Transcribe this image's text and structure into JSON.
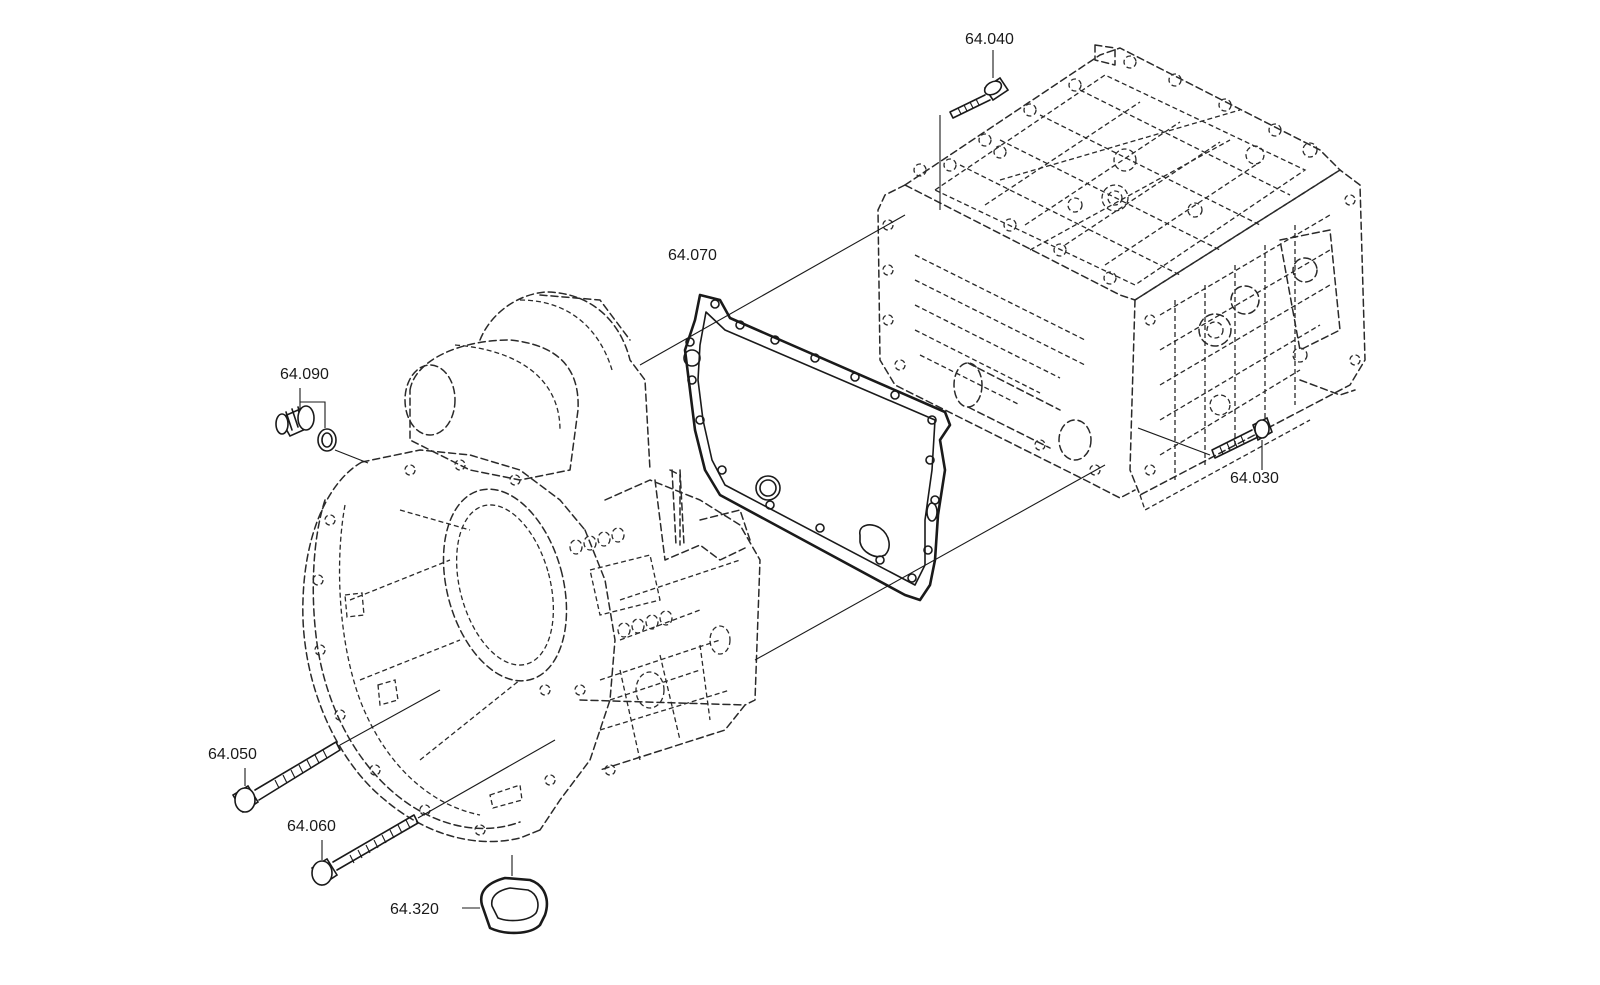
{
  "diagram": {
    "callouts": {
      "p64040": "64.040",
      "p64070": "64.070",
      "p64090": "64.090",
      "p64030": "64.030",
      "p64050": "64.050",
      "p64060": "64.060",
      "p64320": "64.320"
    },
    "parts": [
      "transmission-housing",
      "clutch-bell-housing",
      "housing-gasket",
      "screw-plug-with-seal-ring",
      "hex-bolt-top",
      "hex-bolt-right",
      "long-hex-bolt-upper",
      "long-hex-bolt-lower",
      "square-seal"
    ],
    "line_color": "#1a1a1a",
    "background": "#ffffff"
  }
}
